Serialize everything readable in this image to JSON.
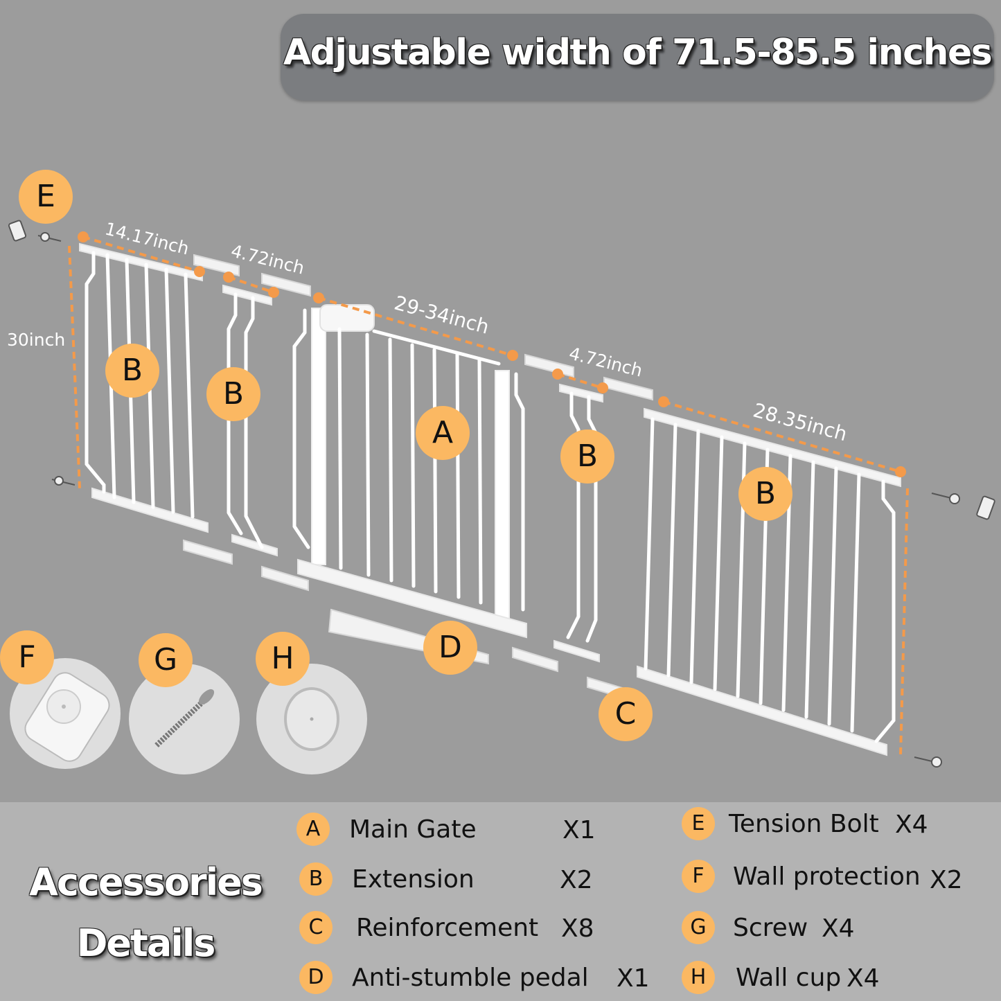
{
  "header": {
    "title": "Adjustable width of 71.5-85.5 inches"
  },
  "diagram": {
    "dimensions": {
      "height": "30inch",
      "left_extension": "14.17inch",
      "small_extension_left": "4.72inch",
      "main_gate": "29-34inch",
      "small_extension_right": "4.72inch",
      "right_extension": "28.35inch"
    },
    "part_labels": {
      "e": "E",
      "b1": "B",
      "b2": "B",
      "a": "A",
      "b3": "B",
      "b4": "B",
      "d": "D",
      "c": "C",
      "f": "F",
      "g": "G",
      "h": "H"
    },
    "colors": {
      "background": "#9c9c9c",
      "badge": "#fbb862",
      "dimension_line": "#f49a4a",
      "gate": "#ffffff",
      "title_pill": "#7b7d80",
      "bottom_panel": "#b3b3b3"
    }
  },
  "accessories": {
    "title_line1": "Accessories",
    "title_line2": "Details",
    "items": [
      {
        "letter": "A",
        "name": "Main Gate",
        "qty": "X1"
      },
      {
        "letter": "B",
        "name": "Extension",
        "qty": "X2"
      },
      {
        "letter": "C",
        "name": "Reinforcement",
        "qty": "X8"
      },
      {
        "letter": "D",
        "name": "Anti-stumble pedal",
        "qty": "X1"
      },
      {
        "letter": "E",
        "name": "Tension Bolt",
        "qty": "X4"
      },
      {
        "letter": "F",
        "name": "Wall protection",
        "qty": "X2"
      },
      {
        "letter": "G",
        "name": "Screw",
        "qty": "X4"
      },
      {
        "letter": "H",
        "name": "Wall cup",
        "qty": "X4"
      }
    ]
  }
}
